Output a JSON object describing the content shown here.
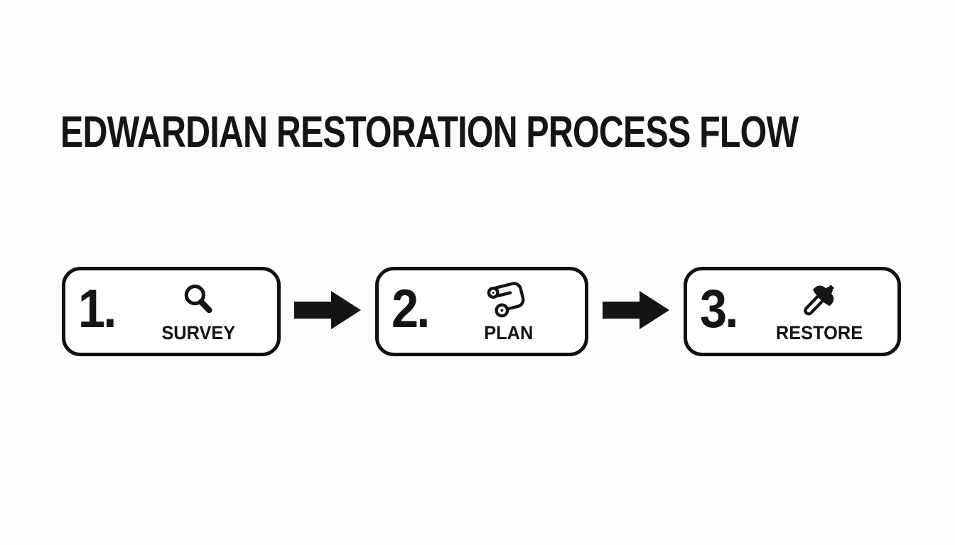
{
  "title": "EDWARDIAN RESTORATION PROCESS FLOW",
  "steps": [
    {
      "number": "1.",
      "label": "SURVEY",
      "icon": "magnifier-icon"
    },
    {
      "number": "2.",
      "label": "PLAN",
      "icon": "scroll-icon"
    },
    {
      "number": "3.",
      "label": "RESTORE",
      "icon": "hammer-icon"
    }
  ],
  "connectors": [
    {
      "type": "arrow-right"
    },
    {
      "type": "arrow-right"
    }
  ],
  "colors": {
    "ink": "#141414",
    "border": "#111111",
    "background": "#fdfdfd",
    "box_background": "#ffffff"
  }
}
